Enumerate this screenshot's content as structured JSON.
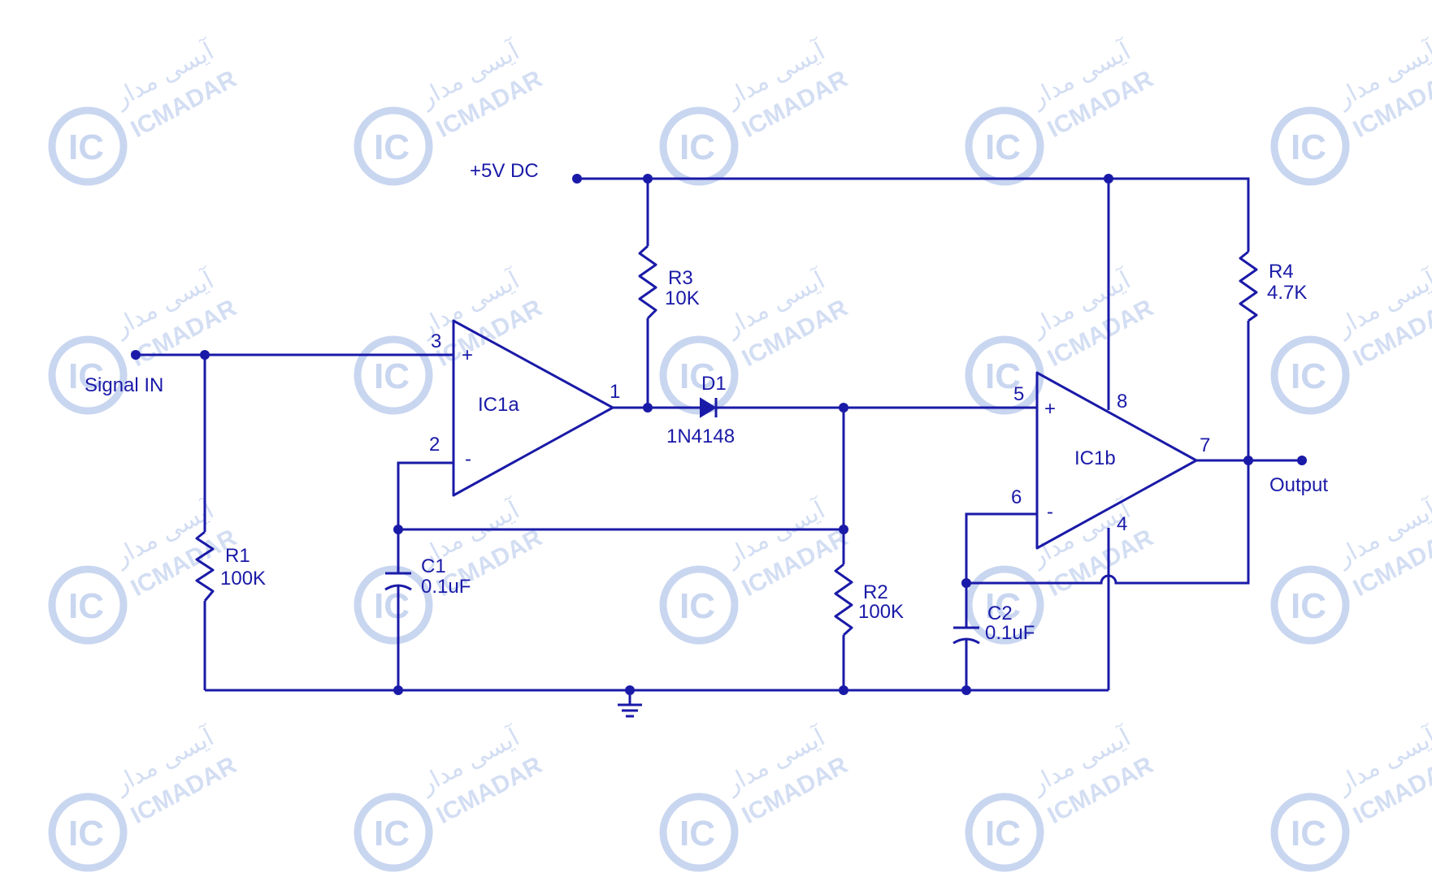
{
  "colors": {
    "ink": "#1a1aa8",
    "watermark": "#c9d6f0",
    "background": "#ffffff"
  },
  "watermark": {
    "logo_text": "IC",
    "brand_text": "ICMADAR",
    "brand_text_fa": "آیسی مدار"
  },
  "labels": {
    "supply": "+5V DC",
    "input": "Signal IN",
    "output": "Output",
    "ic1a": "IC1a",
    "ic1b": "IC1b",
    "r1_name": "R1",
    "r1_value": "100K",
    "r2_name": "R2",
    "r2_value": "100K",
    "r3_name": "R3",
    "r3_value": "10K",
    "r4_name": "R4",
    "r4_value": "4.7K",
    "c1_name": "C1",
    "c1_value": "0.1uF",
    "c2_name": "C2",
    "c2_value": "0.1uF",
    "d1_name": "D1",
    "d1_part": "1N4148",
    "pin3": "3",
    "pin2": "2",
    "pin1": "1",
    "pin5": "5",
    "pin6": "6",
    "pin7": "7",
    "pin8": "8",
    "pin4": "4",
    "plus_a": "+",
    "minus_a": "-",
    "plus_b": "+",
    "minus_b": "-"
  }
}
